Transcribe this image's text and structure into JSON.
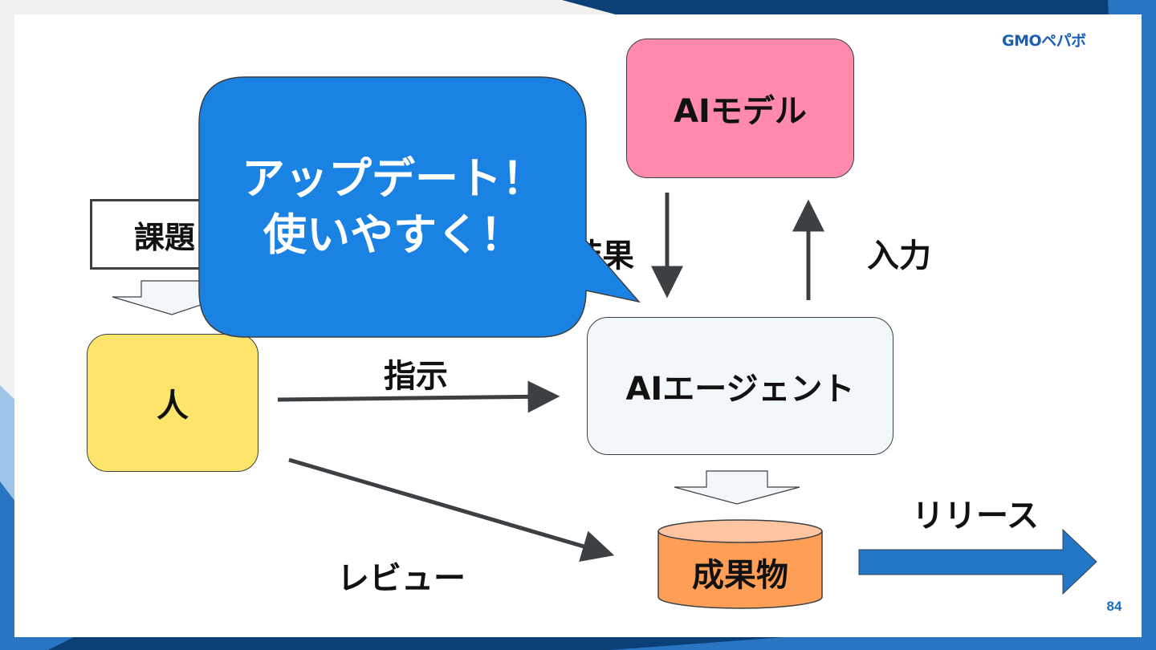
{
  "slide": {
    "logo": "GMOペパボ",
    "page_number": "84"
  },
  "diagram": {
    "issue_label": "課題",
    "person_label": "人",
    "ai_model_label": "AIモデル",
    "ai_agent_label": "AIエージェント",
    "deliverable_label": "成果物",
    "instruction_label": "指示",
    "result_label": "結果",
    "input_label": "入力",
    "review_label": "レビュー",
    "release_label": "リリース"
  },
  "callout": {
    "line1": "アップデート！",
    "line2": "使いやすく！"
  },
  "colors": {
    "person_box": "#fde46b",
    "ai_model_box": "#ff8aac",
    "ai_agent_box": "#f2f7fa",
    "deliverable": "#ff9e57",
    "callout": "#1a82e2",
    "release_arrow": "#2176c7",
    "frame_dark": "#0b3f78",
    "frame_mid": "#2a75c2",
    "frame_light": "#9ec4e8"
  }
}
